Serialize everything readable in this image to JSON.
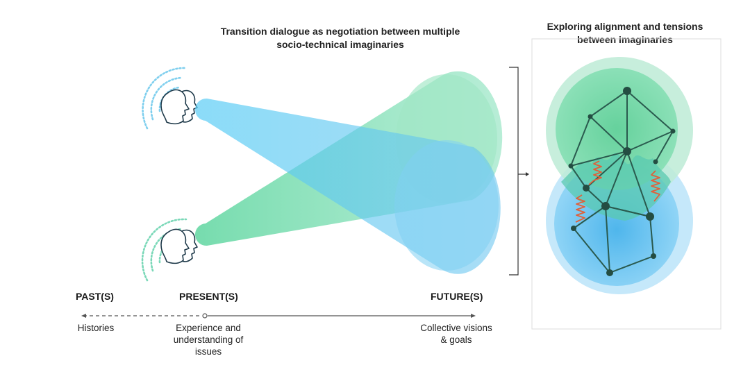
{
  "title": {
    "lines": [
      "Transition dialogue as negotiation between multiple",
      "socio-technical imaginaries"
    ]
  },
  "panel": {
    "title_lines": [
      "Exploring alignment and tensions",
      "between imaginaries"
    ]
  },
  "timeline": {
    "past": {
      "heading": "PAST(S)",
      "desc_lines": [
        "Histories"
      ]
    },
    "present": {
      "heading": "PRESENT(S)",
      "desc_lines": [
        "Experience and",
        "understanding of",
        "issues"
      ]
    },
    "future": {
      "heading": "FUTURE(S)",
      "desc_lines": [
        "Collective visions",
        "& goals"
      ]
    }
  },
  "colors": {
    "blue": "#5ec8f2",
    "green": "#6fd8a6",
    "network": "#2a5a4e",
    "tension": "#e0603a"
  },
  "icons": [
    "people-group-icon-top",
    "people-group-icon-bottom",
    "arrow-right-icon"
  ]
}
